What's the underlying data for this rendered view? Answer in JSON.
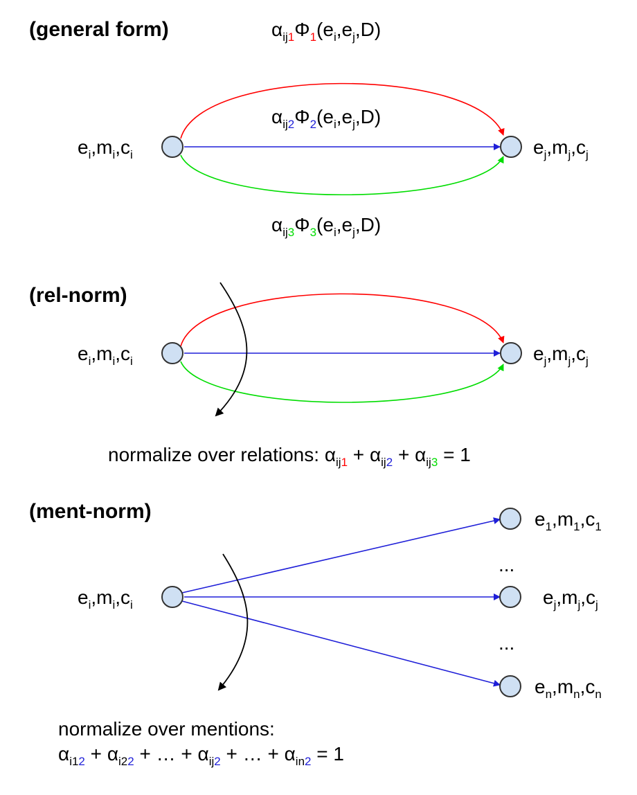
{
  "colors": {
    "red": "#ff0000",
    "blue": "#1f1fd8",
    "green": "#00dd00",
    "node_fill": "#cfe0f3",
    "black": "#000000"
  },
  "general": {
    "title": "(general form)",
    "node_left": {
      "e": "e",
      "m": "m",
      "c": "c",
      "idx": "i",
      "sep": ","
    },
    "node_right": {
      "e": "e",
      "m": "m",
      "c": "c",
      "idx": "j",
      "sep": ","
    },
    "potentials": [
      {
        "alpha": "α",
        "alpha_sub": "ij",
        "alpha_k": "1",
        "phi": "Φ",
        "phi_k": "1",
        "open": "(e",
        "ei": "i",
        "comma_e": ",e",
        "ej": "j",
        "tail": ",D)",
        "color": "red"
      },
      {
        "alpha": "α",
        "alpha_sub": "ij",
        "alpha_k": "2",
        "phi": "Φ",
        "phi_k": "2",
        "open": "(e",
        "ei": "i",
        "comma_e": ",e",
        "ej": "j",
        "tail": ",D)",
        "color": "blue"
      },
      {
        "alpha": "α",
        "alpha_sub": "ij",
        "alpha_k": "3",
        "phi": "Φ",
        "phi_k": "3",
        "open": "(e",
        "ei": "i",
        "comma_e": ",e",
        "ej": "j",
        "tail": ",D)",
        "color": "green"
      }
    ]
  },
  "relnorm": {
    "title": "(rel-norm)",
    "caption": {
      "prefix": "normalize over relations: ",
      "alpha": "α",
      "sub": "ij",
      "k1": "1",
      "k2": "2",
      "k3": "3",
      "plus": " + ",
      "eq": " = 1"
    }
  },
  "mentnorm": {
    "title": "(ment-norm)",
    "targets": [
      {
        "sub": "1"
      },
      {
        "sub": "j"
      },
      {
        "sub": "n"
      }
    ],
    "ellipsis": "...",
    "caption_line1": "normalize over mentions:",
    "caption_line2": {
      "terms": [
        {
          "alpha": "α",
          "sub": "i1",
          "k": "2"
        },
        {
          "alpha": "α",
          "sub": "i2",
          "k": "2"
        },
        {
          "alpha": "α",
          "sub": "ij",
          "k": "2"
        },
        {
          "alpha": "α",
          "sub": "in",
          "k": "2"
        }
      ],
      "plus": " + ",
      "dots": "…",
      "eq": " = 1"
    }
  }
}
